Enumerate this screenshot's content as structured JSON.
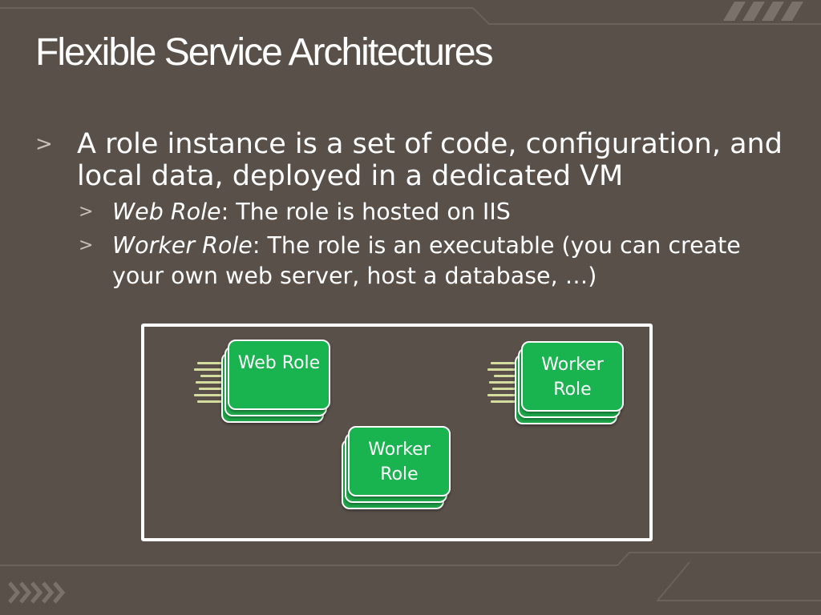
{
  "slide": {
    "title": "Flexible Service Architectures",
    "bullets": [
      {
        "marker": ">",
        "text": "A role instance is a set of code, configuration, and local data, deployed in a dedicated VM"
      }
    ],
    "sub_bullets": [
      {
        "marker": ">",
        "term": "Web Role",
        "text": ": The role is hosted on IIS"
      },
      {
        "marker": ">",
        "term": "Worker Role",
        "text": ": The role is an executable (you can create your own web server, host a database, …)"
      }
    ]
  },
  "diagram": {
    "roles": [
      {
        "label": "Web Role"
      },
      {
        "label": "Worker Role"
      },
      {
        "label": "Worker Role"
      }
    ]
  },
  "colors": {
    "background": "#5a504a",
    "role_green": "#19b350",
    "connector": "#d4dd9e"
  }
}
